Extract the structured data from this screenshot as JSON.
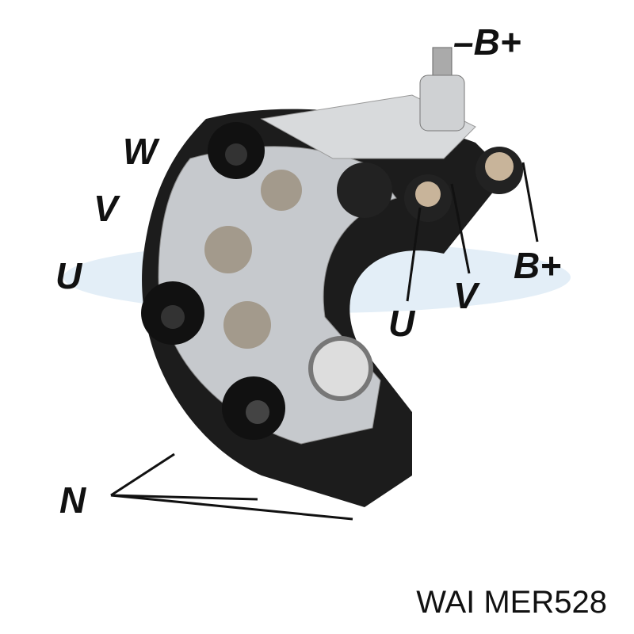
{
  "labels": {
    "w": "W",
    "v_left": "V",
    "u_left": "U",
    "b_plus_top": "–B+",
    "b_plus_right": "B+",
    "v_right": "V",
    "u_right": "U",
    "n": "N"
  },
  "caption": "WAI MER528",
  "colors": {
    "plastic": "#1a1a1a",
    "metal": "#c9ccd0",
    "diode": "#9c9386",
    "watermark": "#bcd6ea"
  }
}
